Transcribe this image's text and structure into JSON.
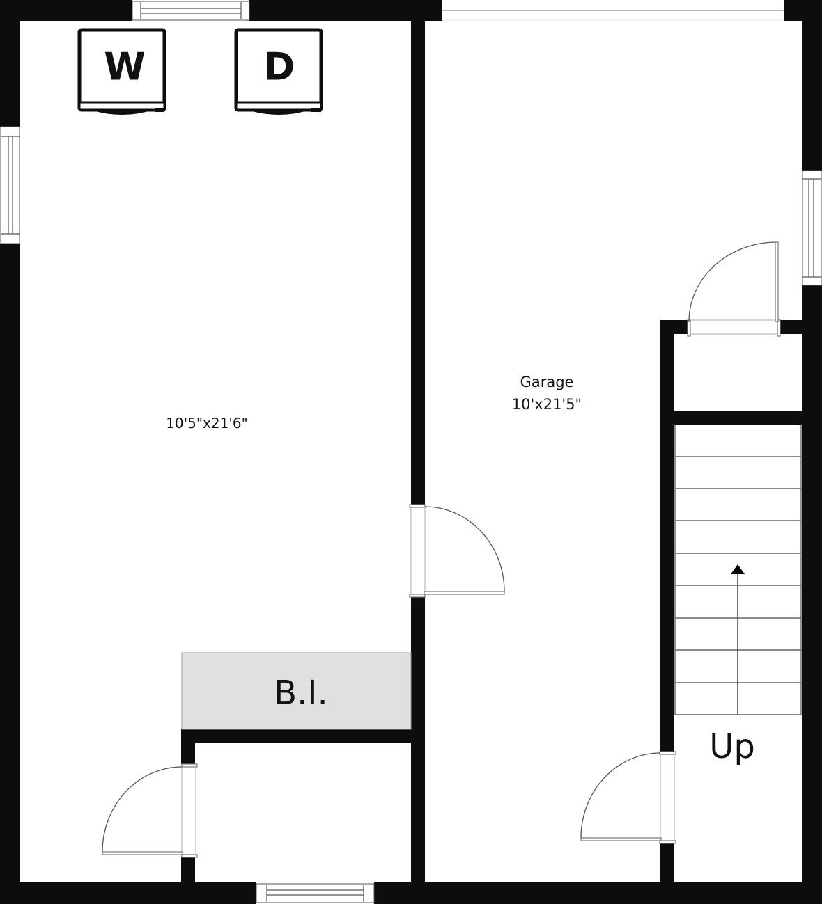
{
  "floor_plan": {
    "rooms": [
      {
        "id": "laundry-room",
        "name": "",
        "dimensions": "10'5\"x21'6\""
      },
      {
        "id": "garage",
        "name": "Garage",
        "dimensions": "10'x21'5\""
      }
    ],
    "fixtures": {
      "washer": {
        "label": "W"
      },
      "dryer": {
        "label": "D"
      },
      "built_in": {
        "label": "B.I.",
        "fill": "#e0e0e0"
      }
    },
    "stairs": {
      "label": "Up",
      "direction": "up",
      "tread_count": 9
    },
    "colors": {
      "wall": "#0d0d0d",
      "background": "#ffffff",
      "built_in_fill": "#e0e0e0"
    }
  }
}
